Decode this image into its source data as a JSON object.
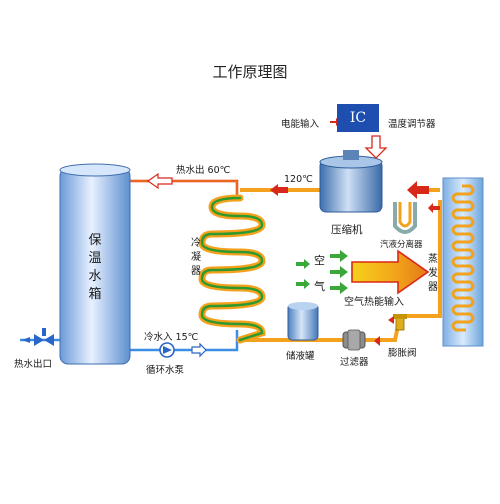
{
  "title": "工作原理图",
  "labels": {
    "power_input": "电能输入",
    "ic": "IC",
    "temp_regulator": "温度调节器",
    "hot_water_out": "热水出 60℃",
    "temp_120": "120℃",
    "compressor": "压缩机",
    "separator": "汽液分离器",
    "tank": "保温水箱",
    "condenser": "冷凝器",
    "air_1": "空",
    "air_2": "气",
    "air_heat_input": "空气热能输入",
    "evaporator": "蒸发器",
    "cold_water_in": "冷水入 15℃",
    "hot_water_outlet": "热水出口",
    "circulating_pump": "循环水泵",
    "receiver": "储液罐",
    "filter": "过滤器",
    "expansion_valve": "膨胀阀"
  },
  "colors": {
    "refrigerant_pipe": "#f4a11d",
    "hot_pipe": "#e0301e",
    "water_pipe": "#3a8ee6",
    "arrow_red": "#d8281a",
    "arrow_green": "#3aa83a",
    "ic_box": "#1e4fb0"
  }
}
